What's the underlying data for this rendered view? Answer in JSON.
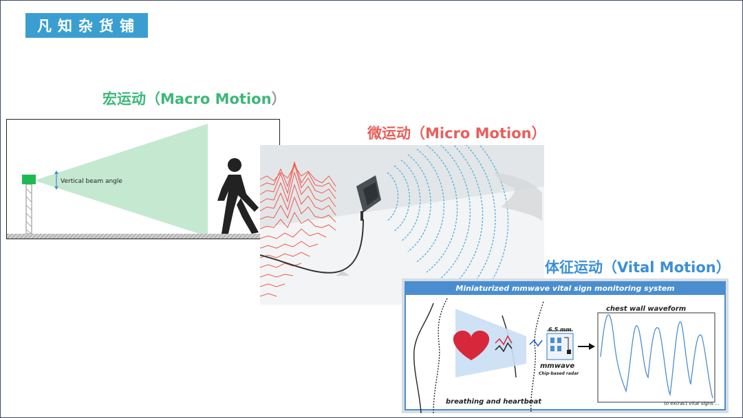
{
  "brand": {
    "text": "凡知杂货铺"
  },
  "macro": {
    "title_main": "宏运动（Macro Motion",
    "title_close": "）",
    "beam_label": "Vertical beam angle",
    "color": "#3cb878"
  },
  "micro": {
    "title": "微运动（Micro Motion）",
    "color": "#e85f5a"
  },
  "vital": {
    "title": "体征运动（Vital Motion）",
    "color": "#3c8fd8",
    "panel_title": "Miniaturized mmwave vital sign monitoring system",
    "waveform_label": "chest wall waveform",
    "chip_size": "6.5 mm",
    "chip_name": "mmwave",
    "chip_sub": "Chip-based radar",
    "left_caption": "breathing and heartbeat",
    "right_caption": "to extract vital signs ..."
  }
}
